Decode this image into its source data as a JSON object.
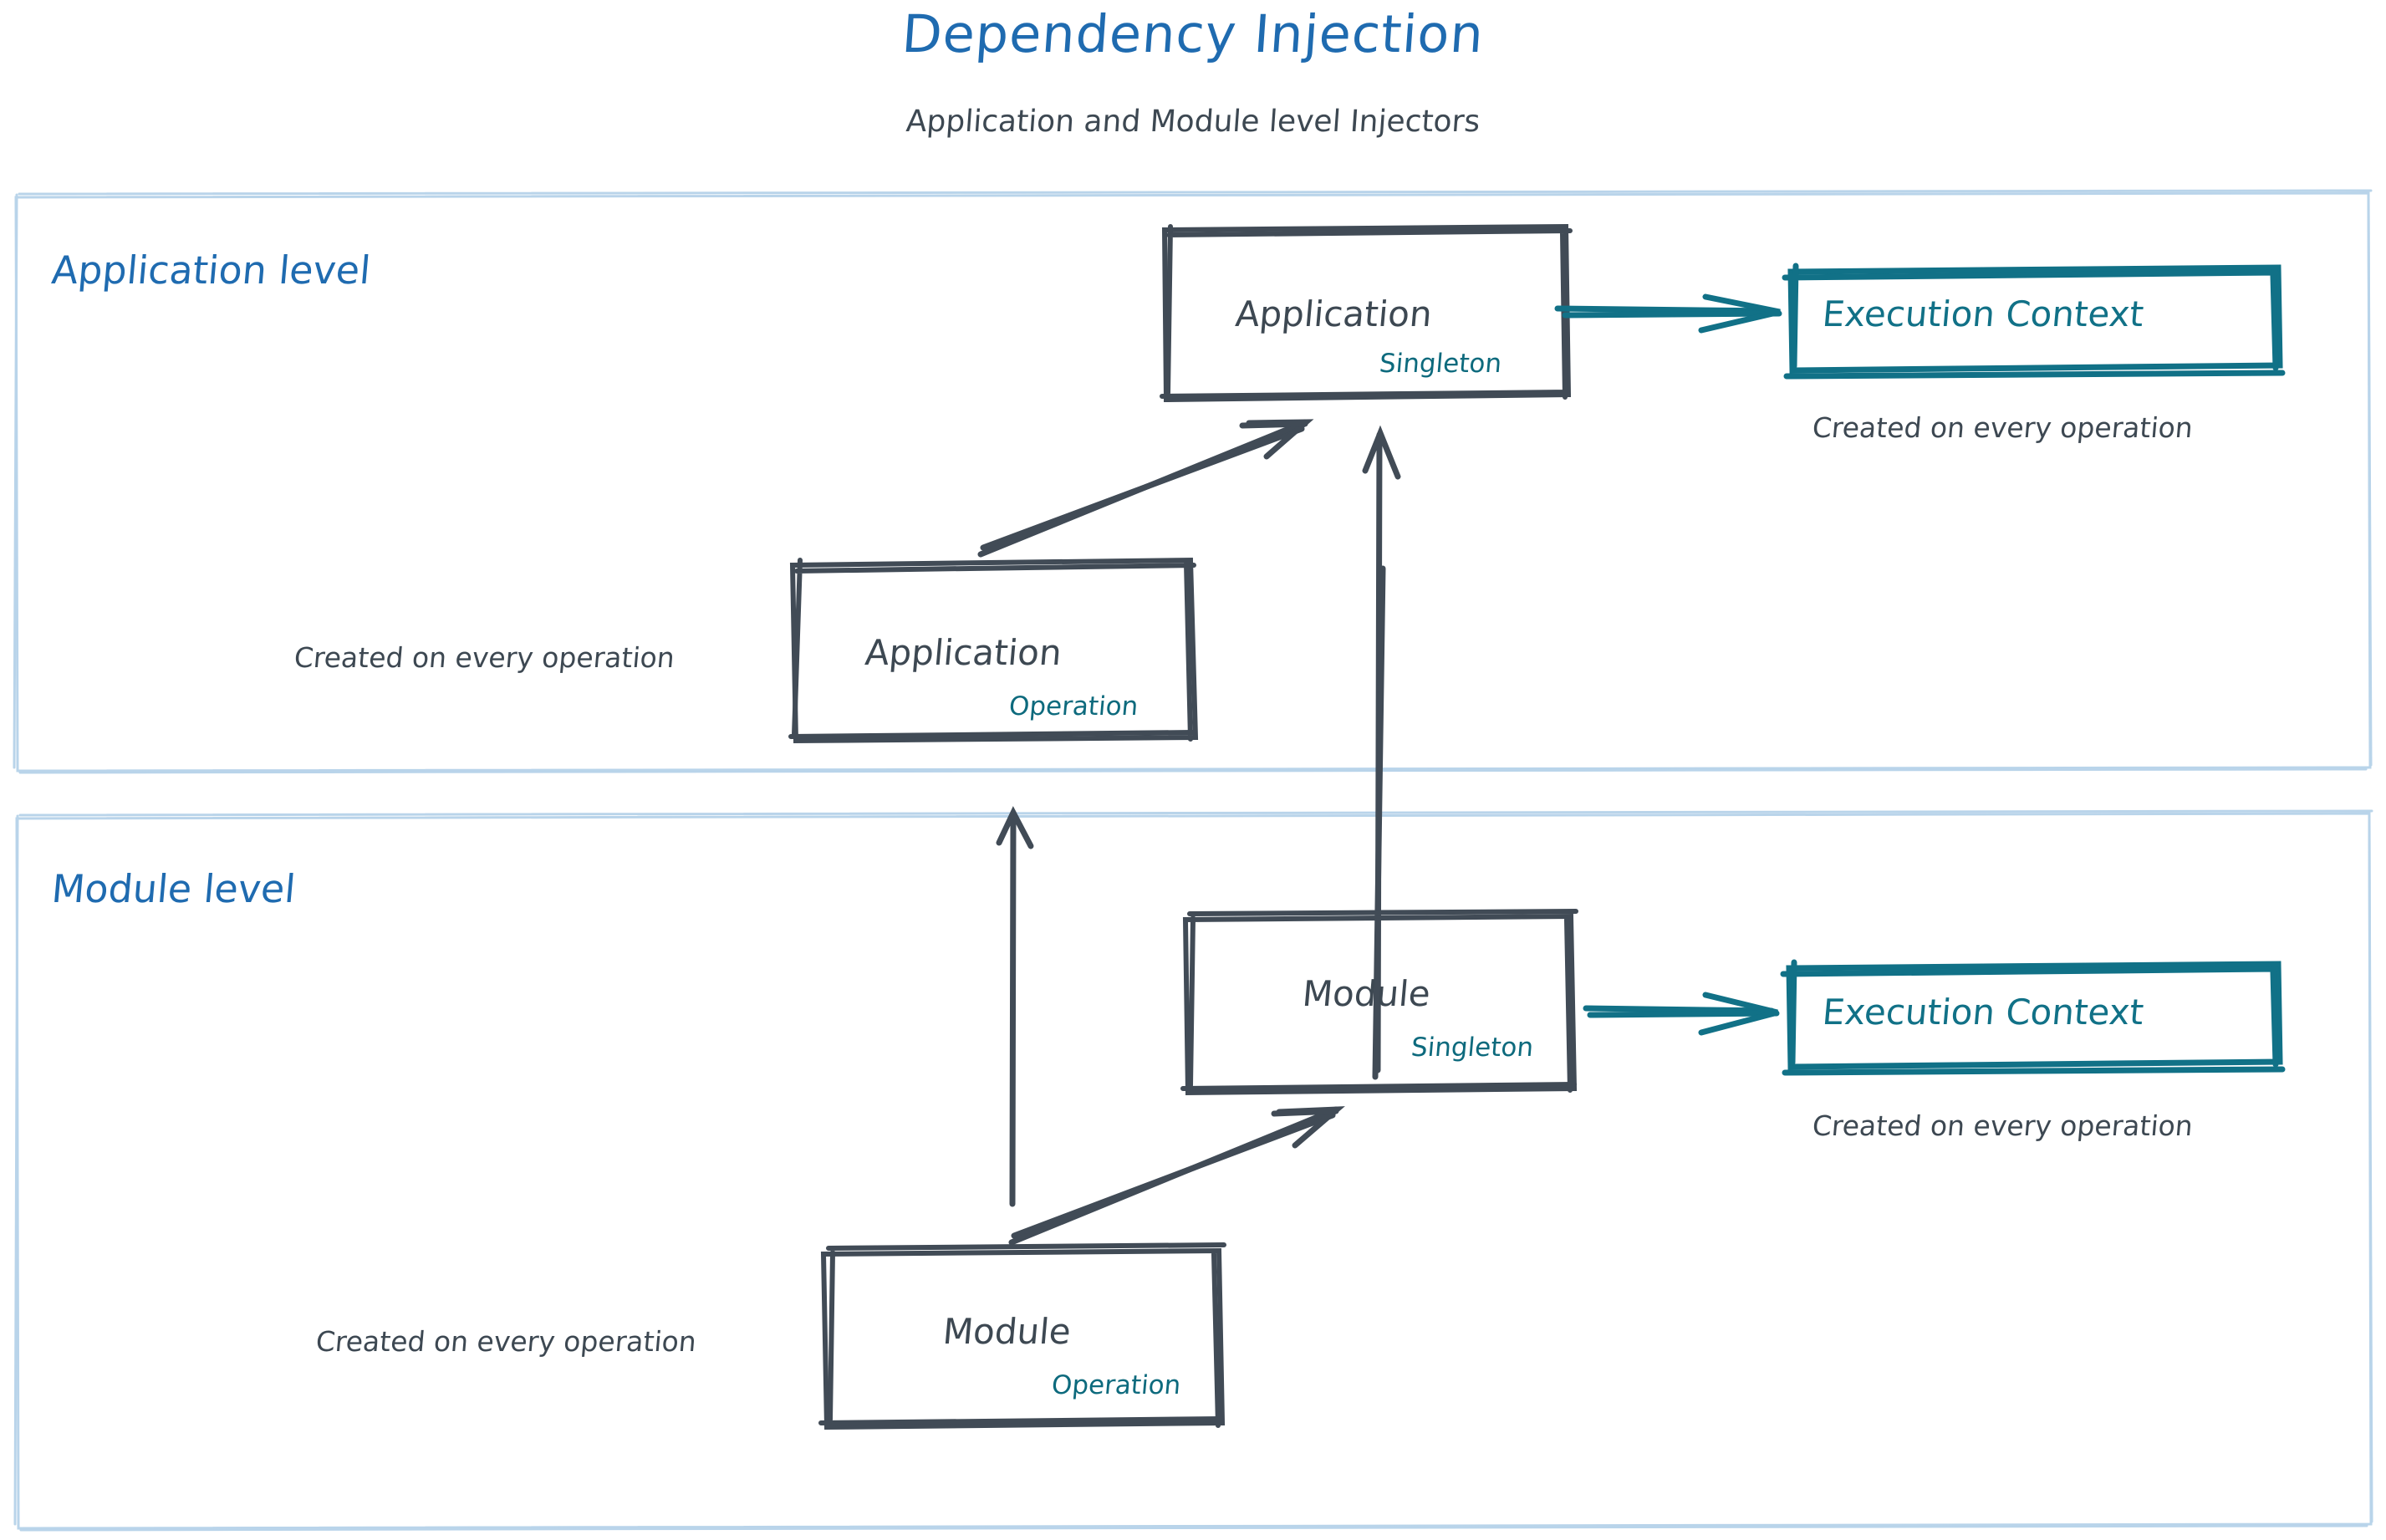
{
  "header": {
    "title": "Dependency Injection",
    "subtitle": "Application and Module level Injectors",
    "title_color": "#1f6bb0",
    "subtitle_color": "#3d4852"
  },
  "palette": {
    "panel_border": "#b9d4ea",
    "sketch_dark": "#414b56",
    "teal": "#117187",
    "blue": "#1f6bb0",
    "background": "#ffffff"
  },
  "panels": [
    {
      "id": "application-level",
      "label": "Application level",
      "nodes": [
        {
          "id": "application-singleton",
          "title": "Application",
          "scope": "Singleton",
          "scope_color": "#0d6a7d"
        },
        {
          "id": "application-operation",
          "title": "Application",
          "scope": "Operation",
          "scope_color": "#0d6a7d"
        },
        {
          "id": "application-execution-context",
          "title": "Execution Context",
          "color": "#117187"
        }
      ],
      "notes": [
        {
          "id": "note-app-context",
          "text": "Created on every operation"
        },
        {
          "id": "note-app-operation",
          "text": "Created on every operation"
        }
      ]
    },
    {
      "id": "module-level",
      "label": "Module level",
      "nodes": [
        {
          "id": "module-singleton",
          "title": "Module",
          "scope": "Singleton",
          "scope_color": "#0d6a7d"
        },
        {
          "id": "module-operation",
          "title": "Module",
          "scope": "Operation",
          "scope_color": "#0d6a7d"
        },
        {
          "id": "module-execution-context",
          "title": "Execution Context",
          "color": "#117187"
        }
      ],
      "notes": [
        {
          "id": "note-module-context",
          "text": "Created on every operation"
        },
        {
          "id": "note-module-operation",
          "text": "Created on every operation"
        }
      ]
    }
  ],
  "edges": [
    {
      "id": "edge-app-singleton-to-context",
      "from": "application-singleton",
      "to": "application-execution-context",
      "color": "#117187",
      "style": "arrow"
    },
    {
      "id": "edge-app-operation-to-singleton",
      "from": "application-operation",
      "to": "application-singleton",
      "color": "#414b56",
      "style": "arrow"
    },
    {
      "id": "edge-module-singleton-to-app-singleton",
      "from": "module-singleton",
      "to": "application-singleton",
      "color": "#414b56",
      "style": "arrow"
    },
    {
      "id": "edge-module-operation-to-app-operation",
      "from": "module-operation",
      "to": "application-operation",
      "color": "#414b56",
      "style": "arrow"
    },
    {
      "id": "edge-module-operation-to-module-singleton",
      "from": "module-operation",
      "to": "module-singleton",
      "color": "#414b56",
      "style": "arrow"
    },
    {
      "id": "edge-module-singleton-to-context",
      "from": "module-singleton",
      "to": "module-execution-context",
      "color": "#117187",
      "style": "arrow"
    }
  ]
}
